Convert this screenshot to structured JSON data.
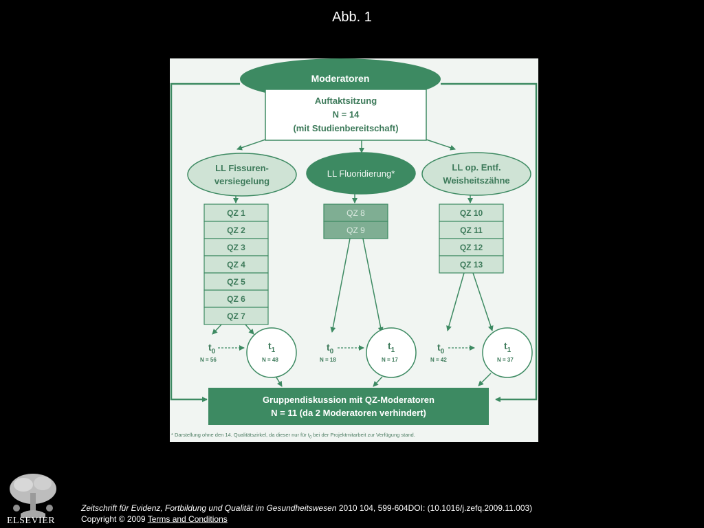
{
  "slide_title": "Abb. 1",
  "diagram": {
    "moderatoren": "Moderatoren",
    "kickoff": {
      "line1": "Auftaktsitzung",
      "line2": "N = 14",
      "line3": "(mit Studienbereitschaft)"
    },
    "branches": [
      {
        "ellipse_line1": "LL Fissuren-",
        "ellipse_line2": "versiegelung",
        "qz": [
          "QZ 1",
          "QZ 2",
          "QZ 3",
          "QZ 4",
          "QZ 5",
          "QZ 6",
          "QZ 7"
        ],
        "t0_n": "N = 56",
        "t1_n": "N = 48"
      },
      {
        "ellipse_line1": "LL Fluoridierung*",
        "ellipse_line2": "",
        "qz": [
          "QZ 8",
          "QZ 9"
        ],
        "t0_n": "N = 18",
        "t1_n": "N = 17"
      },
      {
        "ellipse_line1": "LL op. Entf.",
        "ellipse_line2": "Weisheitszähne",
        "qz": [
          "QZ  10",
          "QZ  11",
          "QZ  12",
          "QZ  13"
        ],
        "t0_n": "N = 42",
        "t1_n": "N = 37"
      }
    ],
    "t0_symbol": "t",
    "t0_sub": "0",
    "t1_symbol": "t",
    "t1_sub": "1",
    "bottom": {
      "line1": "Gruppendiskussion mit QZ-Moderatoren",
      "line2": "N = 11 (da 2  Moderatoren verhindert)"
    },
    "footnote_a": "* Darstellung ohne den 14. Qualitätszirkel, da dieser nur für t",
    "footnote_sub": "0",
    "footnote_b": " bei der Projektmitarbeit zur Verfügung stand.",
    "colors": {
      "dark_green": "#3d8a62",
      "mid_green": "#7fae93",
      "light_green": "#cfe3d5",
      "background": "#f1f5f2"
    }
  },
  "footer": {
    "publisher": "ELSEVIER",
    "citation": "Zeitschrift für Evidenz, Fortbildung und Qualität im Gesundheitswesen",
    "citation_details": " 2010 104, 599-604DOI: (10.1016/j.zefq.2009.11.003)",
    "copyright": "Copyright © 2009 ",
    "terms_link": " Terms and Conditions"
  }
}
